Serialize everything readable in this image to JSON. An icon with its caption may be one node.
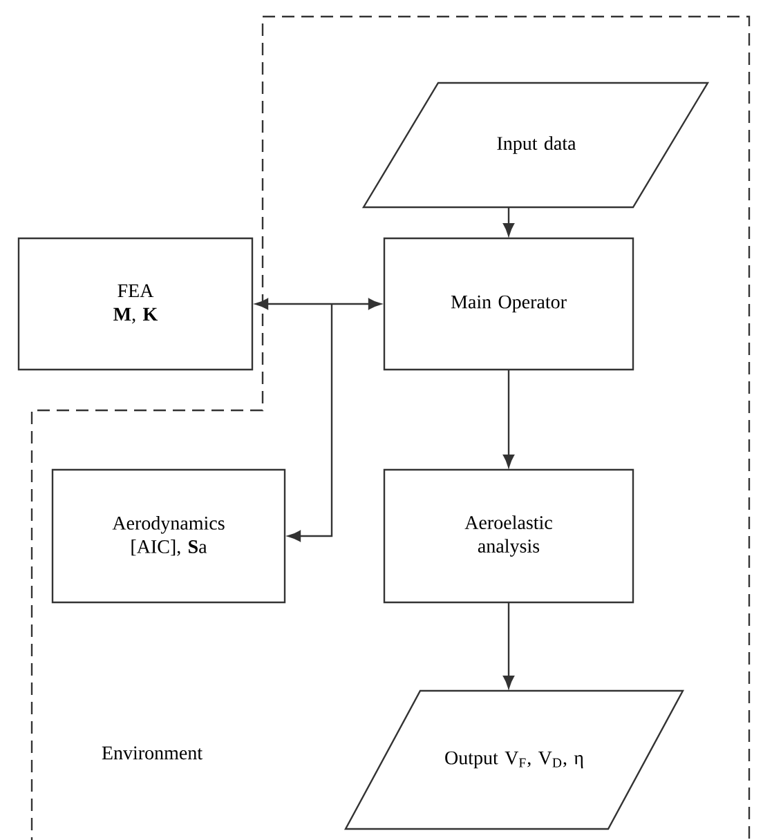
{
  "diagram": {
    "nodes": [
      {
        "text": [
          "Input data"
        ]
      },
      {
        "text": [
          "FEA",
          "**M**, **K**"
        ]
      },
      {
        "text": [
          "Main Operator"
        ]
      },
      {
        "text": [
          "Aerodynamics",
          "[AIC], **S**a"
        ]
      },
      {
        "text": [
          "Aeroelastic analysis"
        ]
      },
      {
        "text": [
          "Output V$_{F}$, V$_{D}$, η"
        ]
      }
    ],
    "edges": [
      {
        "from": 0,
        "to": 2,
        "arrow": "to"
      },
      {
        "from": 1,
        "to": 2,
        "arrow": "both"
      },
      {
        "from": 2,
        "to": 3,
        "arrow": "to"
      },
      {
        "from": 2,
        "to": 4,
        "arrow": "to"
      },
      {
        "from": 4,
        "to": 5,
        "arrow": "to"
      }
    ],
    "labels": [
      "Environment"
    ]
  }
}
